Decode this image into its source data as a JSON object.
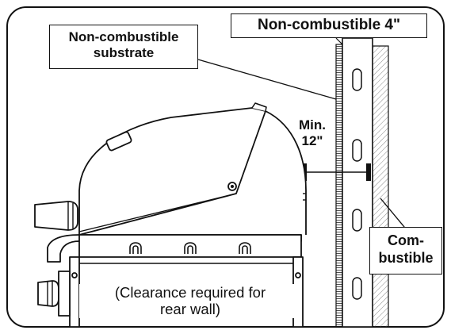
{
  "labels": {
    "substrate_line1": "Non-combustible",
    "substrate_line2": "substrate",
    "noncombustible_4": "Non-combustible 4\"",
    "min_line1": "Min.",
    "min_line2": "12\"",
    "combustible_line1": "Com-",
    "combustible_line2": "bustible",
    "clearance_line1": "(Clearance required for",
    "clearance_line2": "rear wall)"
  },
  "colors": {
    "ink": "#111111",
    "paper": "#ffffff",
    "hatch": "#8a8a8a"
  }
}
